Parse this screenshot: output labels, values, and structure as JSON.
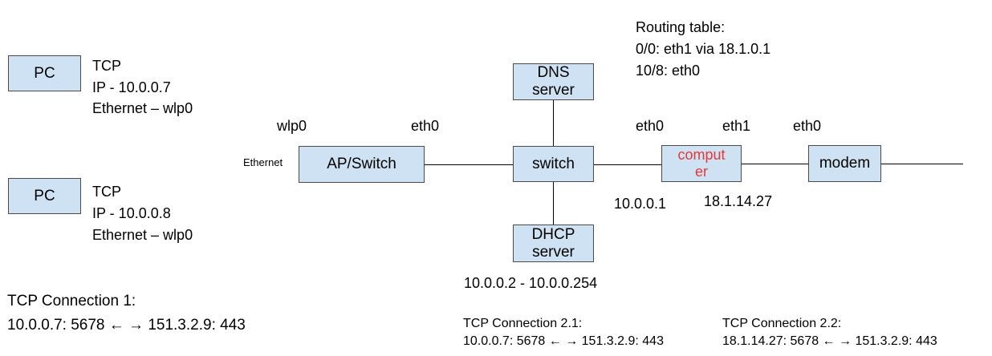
{
  "pcs": [
    {
      "label": "PC",
      "lines": [
        "TCP",
        "IP - 10.0.0.7",
        "Ethernet – wlp0"
      ]
    },
    {
      "label": "PC",
      "lines": [
        "TCP",
        "IP - 10.0.0.8",
        "Ethernet – wlp0"
      ]
    }
  ],
  "ap_switch": {
    "label": "AP/Switch",
    "left_label": "Ethernet",
    "port_left": "wlp0",
    "port_right": "eth0"
  },
  "switch": {
    "label": "switch"
  },
  "dns": {
    "line1": "DNS",
    "line2": "server"
  },
  "dhcp": {
    "line1": "DHCP",
    "line2": "server",
    "range": "10.0.0.2 - 10.0.0.254"
  },
  "computer": {
    "line1": "comput",
    "line2": "er",
    "text_color": "#e53935",
    "port_left": "eth0",
    "port_right": "eth1",
    "ip_left": "10.0.0.1",
    "ip_right": "18.1.14.27"
  },
  "modem": {
    "label": "modem",
    "port": "eth0"
  },
  "routing_table": {
    "title": "Routing table:",
    "rows": [
      "0/0: eth1 via 18.1.0.1",
      "10/8: eth0"
    ]
  },
  "connections": [
    {
      "title": "TCP Connection 1:",
      "detail": "10.0.0.7: 5678 ←  → 151.3.2.9: 443"
    },
    {
      "title": "TCP Connection 2.1:",
      "detail": "10.0.0.7: 5678 ←  → 151.3.2.9: 443"
    },
    {
      "title": "TCP Connection 2.2:",
      "detail": "18.1.14.27: 5678 ←  → 151.3.2.9: 443"
    }
  ],
  "colors": {
    "box_fill": "#cfe2f3",
    "box_border": "#4a4a4a"
  }
}
